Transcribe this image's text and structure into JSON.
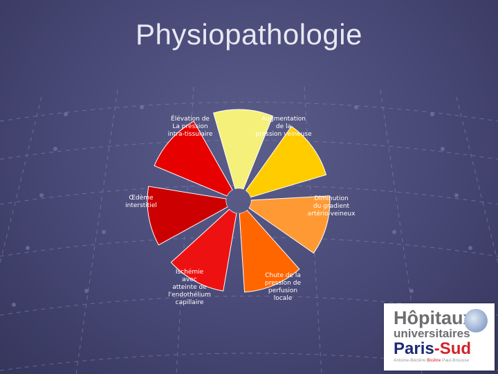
{
  "title": "Physiopathologie",
  "segments": [
    {
      "label": "Augmentation de la pression veineuse",
      "lines": [
        "Augmentation",
        "de la",
        "pression veineuse"
      ],
      "color": "#ffcc00"
    },
    {
      "label": "Diminution du gradient artério-veineux",
      "lines": [
        "Diminution",
        "du gradient",
        "artério-veineux"
      ],
      "color": "#ff9933"
    },
    {
      "label": "Chute de la pression de perfusion locale",
      "lines": [
        "Chute de la",
        "pression de",
        "perfusion",
        "locale"
      ],
      "color": "#ff6600"
    },
    {
      "label": "Ischémie avec atteinte de l'endothélium capillaire",
      "lines": [
        "Ischémie",
        "avec",
        "atteinte de",
        "l'endothélium",
        "capillaire"
      ],
      "color": "#ee1111"
    },
    {
      "label": "Œdème interstitiel",
      "lines": [
        "Œdème",
        "interstitiel"
      ],
      "color": "#cc0000"
    },
    {
      "label": "Élévation de La pression intra-tissulaire",
      "lines": [
        "Élévation de",
        "La pression",
        "intra-tissulaire"
      ],
      "color": "#e60000"
    },
    {
      "label": "",
      "lines": [],
      "color": "#f5f07a"
    }
  ],
  "logo": {
    "line1": "Hôpitaux",
    "line2": "universitaires",
    "line3a": "Paris",
    "line3b": "-Sud",
    "sites_left": "Antoine-Béclère",
    "sites_mid": "Bicêtre",
    "sites_right": "Paul-Brousse"
  }
}
